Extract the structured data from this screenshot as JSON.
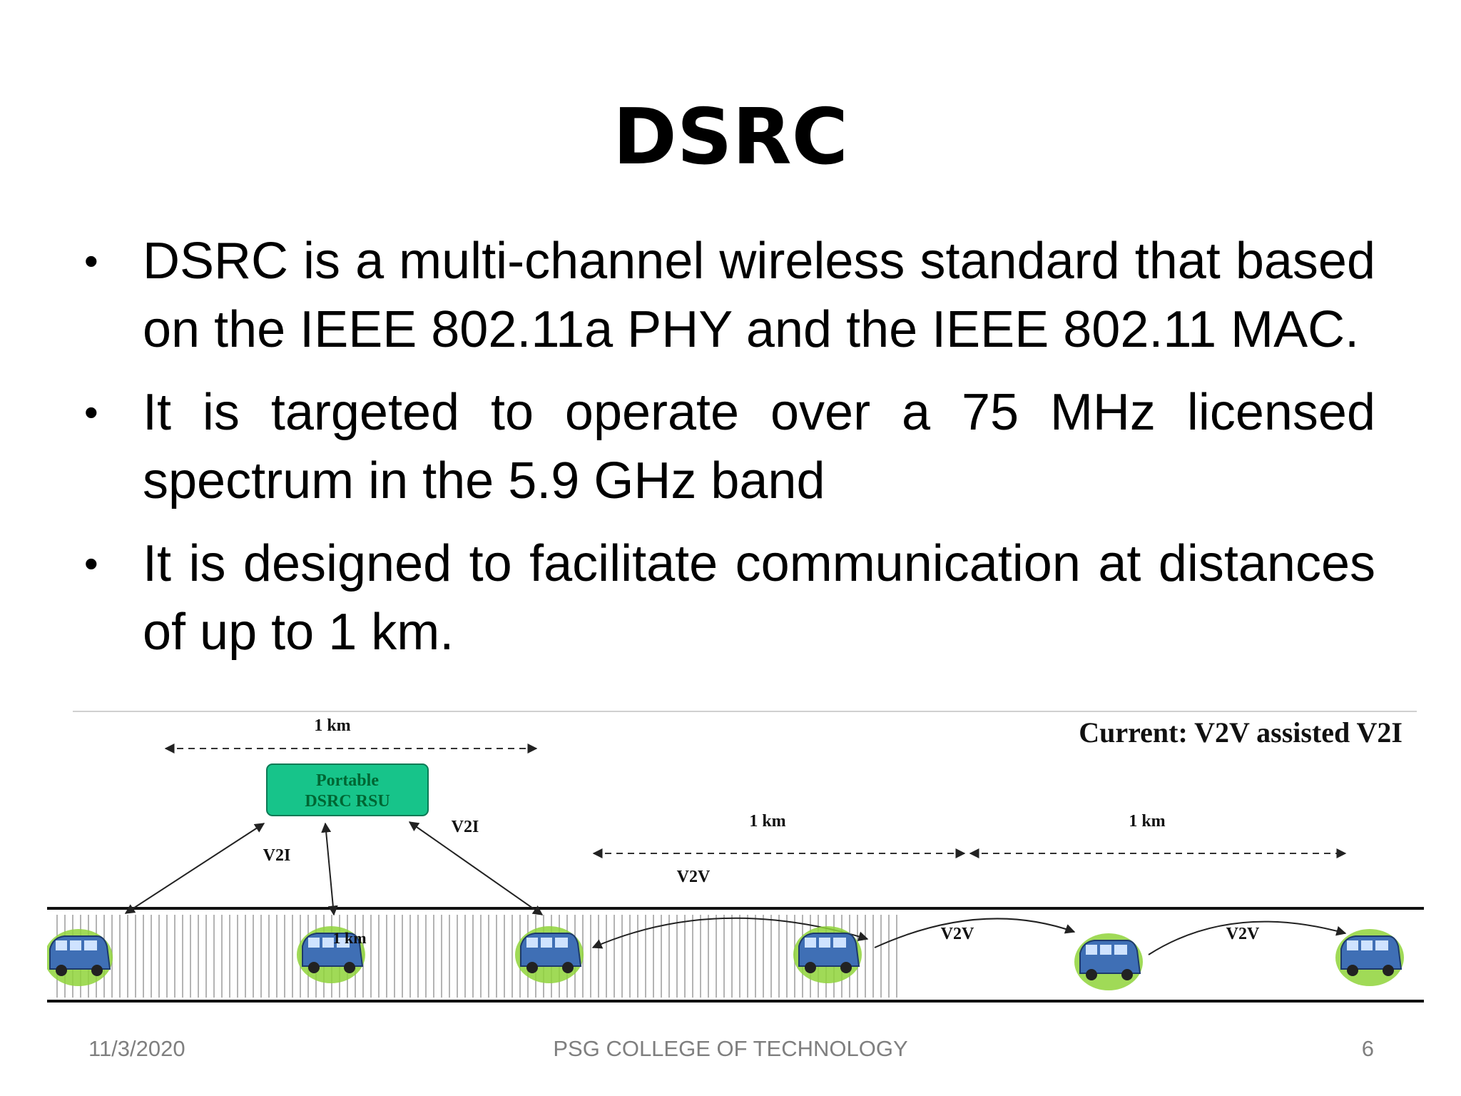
{
  "slide": {
    "title": "DSRC",
    "bullets": [
      "DSRC is a multi-channel wireless standard that based on the IEEE 802.11a PHY and the IEEE 802.11 MAC.",
      "It is targeted to operate over a 75 MHz licensed spectrum in the 5.9 GHz band",
      "It is designed to facilitate communication at distances of up to 1 km."
    ],
    "bullet_symbol": "•"
  },
  "diagram": {
    "header": "Current: V2V assisted V2I",
    "rsu_label_line1": "Portable",
    "rsu_label_line2": "DSRC RSU",
    "range_top": "1 km",
    "range_mid": "1 km",
    "range_right": "1 km",
    "v2i_left": "V2I",
    "v2i_right": "V2I",
    "v2v_upper": "V2V",
    "v2v_mid": "V2V",
    "v2v_right": "V2V",
    "car_overlay": "1 km",
    "colors": {
      "car": "#3f6fb5",
      "halo": "#8fd43a",
      "rsu": "#17c48a"
    }
  },
  "footer": {
    "date": "11/3/2020",
    "center": "PSG COLLEGE OF TECHNOLOGY",
    "page": "6"
  }
}
